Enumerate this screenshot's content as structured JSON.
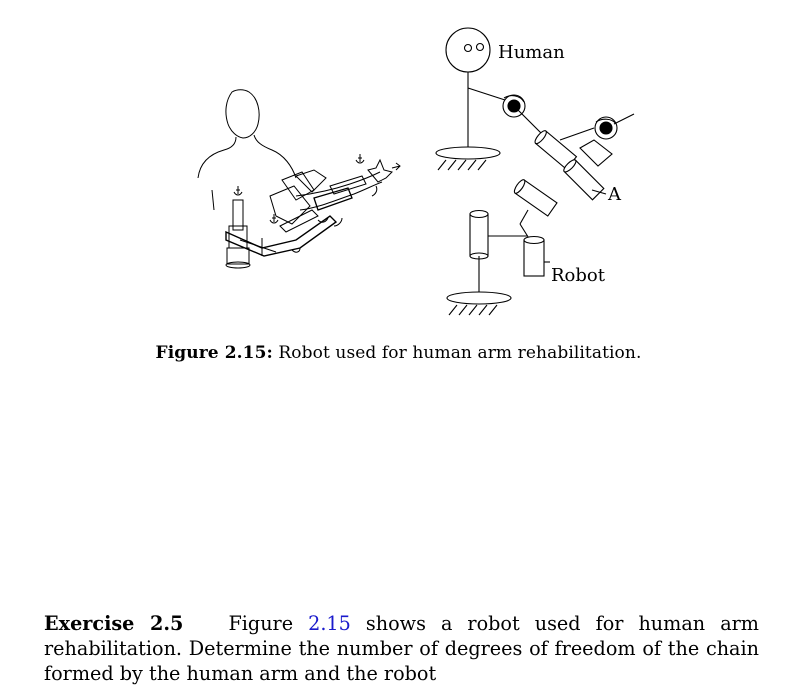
{
  "figure": {
    "label_human": "Human",
    "label_robot": "Robot",
    "label_a": "A",
    "caption_label": "Figure 2.15:",
    "caption_text": "Robot used for human arm rehabilitation."
  },
  "exercise": {
    "label": "Exercise 2.5",
    "text_before_ref": "Figure ",
    "ref": "2.15",
    "text_after_ref": " shows a robot used for human arm rehabilitation. Determine the number of degrees of freedom of the chain formed by the human arm and the robot"
  }
}
